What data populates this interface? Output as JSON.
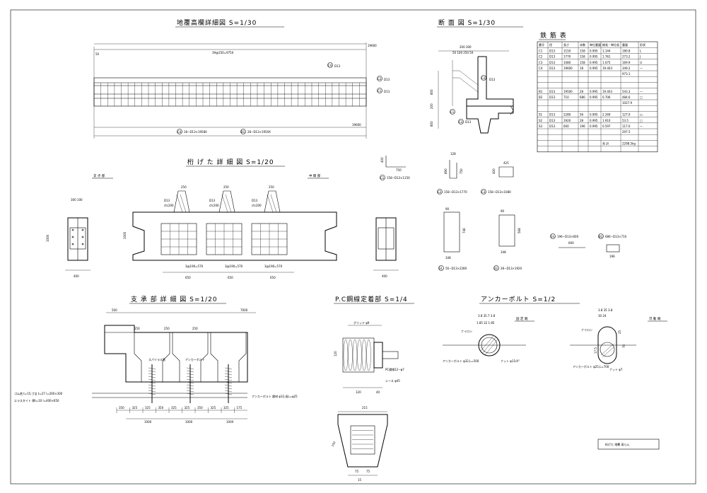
{
  "titles": {
    "elevation": "地覆高欄詳細図 S=1/30",
    "section": "断 面 図 S=1/30",
    "girder": "桁 げ た 詳 細 図 S=1/20",
    "bearing": "支 承 部 詳 細 図 S=1/20",
    "pc": "P.C鋼線定着部 S=1/4",
    "anchor": "アンカーボルト S=1/2",
    "rebar_table": "鉄 筋 表"
  },
  "sub_labels": {
    "support": "支 点 部",
    "middle": "中 間 部",
    "fixed": "固 定 端",
    "movable": "可 動 端"
  },
  "elevation": {
    "total": "19600",
    "dim_top": "39@250=9750",
    "dim_end": "50",
    "tag_c4": "D13",
    "tag_c2": "D13",
    "tag_c1": "D13",
    "dim_bottom": "19600",
    "bar_note_1": "18−D13×19580",
    "bar_note_2": "28−D13×1950X"
  },
  "section": {
    "d_top": "200  300",
    "d_top2": "50 100 250 50",
    "lbl_d13": "D13",
    "h1": "800",
    "h2": "200",
    "h3": "800"
  },
  "shapes": {
    "s1_dim": "750",
    "s1_h": "400",
    "s1_note": "158−D13×1150",
    "s2_w": "128",
    "s2_h1": "890",
    "s2_h2": "750",
    "s2_note": "158−D13×1770",
    "s3_w": "425",
    "s3_h": "400",
    "s3_note": "158−D13×1080",
    "s4_w": "90",
    "s4_h": "746",
    "s4_b": "348",
    "s4_note": "56−D13×2280",
    "s5_w": "90",
    "s5_h": "568",
    "s5_b": "348",
    "s5_note": "28−D13×1920",
    "s6_w": "600",
    "s6_note": "196−D13×600",
    "s7_w": "196",
    "s7_note": "686−D13×710"
  },
  "girder": {
    "dim_650a": "650",
    "dim_650b": "650",
    "dim_650c": "650",
    "dim_250": "250",
    "dim_400": "400",
    "dim_1000": "1000",
    "lbl_d13": "D13",
    "lbl_ctc": "ctc200",
    "dim_3190": "3@190=570"
  },
  "bearing": {
    "dim_500": "500",
    "dim_7000": "7000",
    "dim_250": "250",
    "dims_bottom": [
      "350",
      "325",
      "325",
      "350",
      "325",
      "325",
      "350",
      "325",
      "325",
      "175"
    ],
    "dims_bottom2": [
      "1000",
      "1000",
      "100X"
    ],
    "lbl_spiral": "スパイラル筋",
    "lbl_anchor": "アンカーボルト",
    "note_1": "ゴム沓 t=15,寸法 t=27 l=200×300",
    "note_2": "エラスタイト 厚t=10  l=400×650",
    "note_3": "アンカーボルト 鋼材 φ32,長L=φ25"
  },
  "pc": {
    "lbl_top": "グリッド φ9",
    "dim_h": "120",
    "dim_120": "120",
    "dim_40": "40",
    "lbl_pc": "PC鋼線12−φ7",
    "lbl_sheath": "シース φ45",
    "dim_215": "215",
    "dim_75a": "75",
    "dim_75b": "75",
    "dim_15": "15",
    "dim_150": "150"
  },
  "anchor": {
    "f_dims": "3.8  35.7  3.8",
    "f_dims2": "1.85  32  1.85",
    "f_lbl_nut": "ナイロン",
    "f_lbl_bolt": "アンカーボルト φ32,L=500",
    "f_lbl_nut2": "ナット φ11/4\"",
    "m_dims": "3.8  35  3.8",
    "m_dims2": "30    24",
    "m_lbl": "ナイロン",
    "m_lbl_bolt": "アンカーボルト φ25,L=700",
    "m_lbl_nut": "ナット φ7",
    "m_h1": "25",
    "m_h2": "70",
    "m_h3": "17.5"
  },
  "table": {
    "headers": [
      "番号",
      "径",
      "長さ",
      "本数",
      "単位重量",
      "総長・単位長",
      "重量",
      "形状"
    ],
    "rows": [
      [
        "C1",
        "D13",
        "1150",
        "158",
        "0.995",
        "1.144",
        "180.8",
        "L"
      ],
      [
        "C2",
        "D13",
        "1770",
        "158",
        "0.995",
        "1.761",
        "273.2",
        "J"
      ],
      [
        "C3",
        "D13",
        "1080",
        "158",
        "0.995",
        "1.075",
        "169.9",
        "U"
      ],
      [
        "C4",
        "D13",
        "19600",
        "18",
        "0.995",
        "19.403",
        "349.2",
        "—"
      ],
      [
        "",
        "",
        "",
        "",
        "",
        "",
        "973.1",
        ""
      ],
      [
        "",
        "",
        "",
        "",
        "",
        "",
        "",
        ""
      ],
      [
        "",
        "",
        "",
        "",
        "",
        "",
        "",
        ""
      ],
      [
        "B1",
        "D13",
        "19500",
        "28",
        "0.995",
        "19.403",
        "543.3",
        "—"
      ],
      [
        "B2",
        "D13",
        "710",
        "686",
        "0.995",
        "0.706",
        "484.6",
        "□"
      ],
      [
        "",
        "",
        "",
        "",
        "",
        "",
        "1027.9",
        ""
      ],
      [
        "",
        "",
        "",
        "",
        "",
        "",
        "",
        ""
      ],
      [
        "S1",
        "D13",
        "2280",
        "56",
        "0.995",
        "2.269",
        "127.0",
        "□"
      ],
      [
        "S2",
        "D13",
        "1920",
        "28",
        "0.995",
        "1.910",
        "53.5",
        "□"
      ],
      [
        "S3",
        "D13",
        "600",
        "196",
        "0.995",
        "0.597",
        "117.0",
        "—"
      ],
      [
        "",
        "",
        "",
        "",
        "",
        "",
        "297.5",
        ""
      ],
      [
        "",
        "",
        "",
        "",
        "",
        "",
        "",
        ""
      ],
      [
        "",
        "",
        "",
        "",
        "",
        "合 計",
        "2298.5kg",
        ""
      ],
      [
        "",
        "",
        "",
        "",
        "",
        "",
        "",
        ""
      ]
    ]
  },
  "title_block": "桁げた 地覆 高らん"
}
